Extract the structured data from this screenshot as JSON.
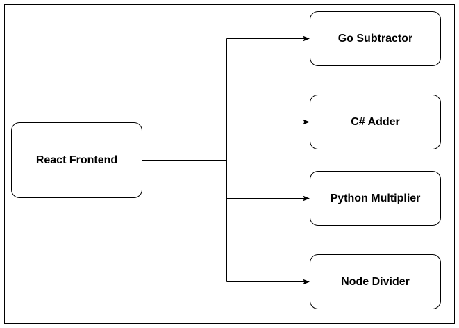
{
  "diagram": {
    "source": {
      "label": "React Frontend"
    },
    "targets": [
      {
        "label": "Go Subtractor"
      },
      {
        "label": "C# Adder"
      },
      {
        "label": "Python Multiplier"
      },
      {
        "label": "Node Divider"
      }
    ],
    "colors": {
      "stroke": "#000000",
      "background": "#ffffff",
      "text": "#000000"
    }
  }
}
